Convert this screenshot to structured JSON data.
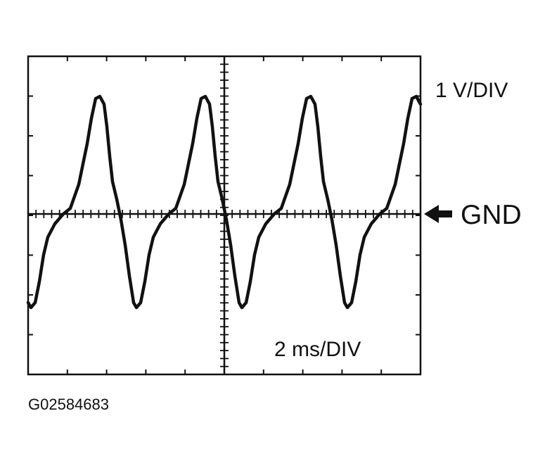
{
  "scope": {
    "volt_scale": "1 V/DIV",
    "time_scale": "2 ms/DIV",
    "ground_label": "GND",
    "figure_id": "G02584683",
    "ground_marker": "arrow-left-icon"
  },
  "colors": {
    "ink": "#111111",
    "background": "#ffffff"
  }
}
